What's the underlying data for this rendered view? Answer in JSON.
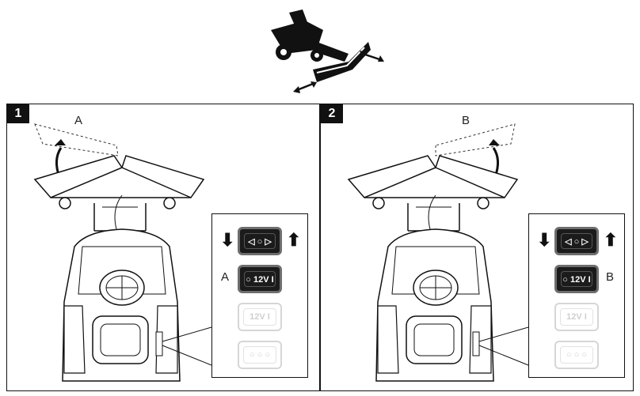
{
  "header_illustration": {
    "icon": "plow-tractor-icon"
  },
  "panels": [
    {
      "number": "1",
      "callout_top": "A",
      "callout_side": "A",
      "controls": {
        "top_switch_symbols": "◁ ○ ▷",
        "active_switch_label": "○ 12V I",
        "faded_switch_label": "12V I",
        "bottom_switch_symbols": "○ ○ ○",
        "arrow_down": "⬇",
        "arrow_up": "⬆"
      }
    },
    {
      "number": "2",
      "callout_top": "B",
      "callout_side": "B",
      "controls": {
        "top_switch_symbols": "◁ ○ ▷",
        "active_switch_label": "○ 12V I",
        "faded_switch_label": "12V I",
        "bottom_switch_symbols": "○ ○ ○",
        "arrow_down": "⬇",
        "arrow_up": "⬆"
      }
    }
  ],
  "colors": {
    "line": "#111111",
    "switch_dark": "#1b1b1b",
    "switch_faded": "#d6d6d6"
  }
}
